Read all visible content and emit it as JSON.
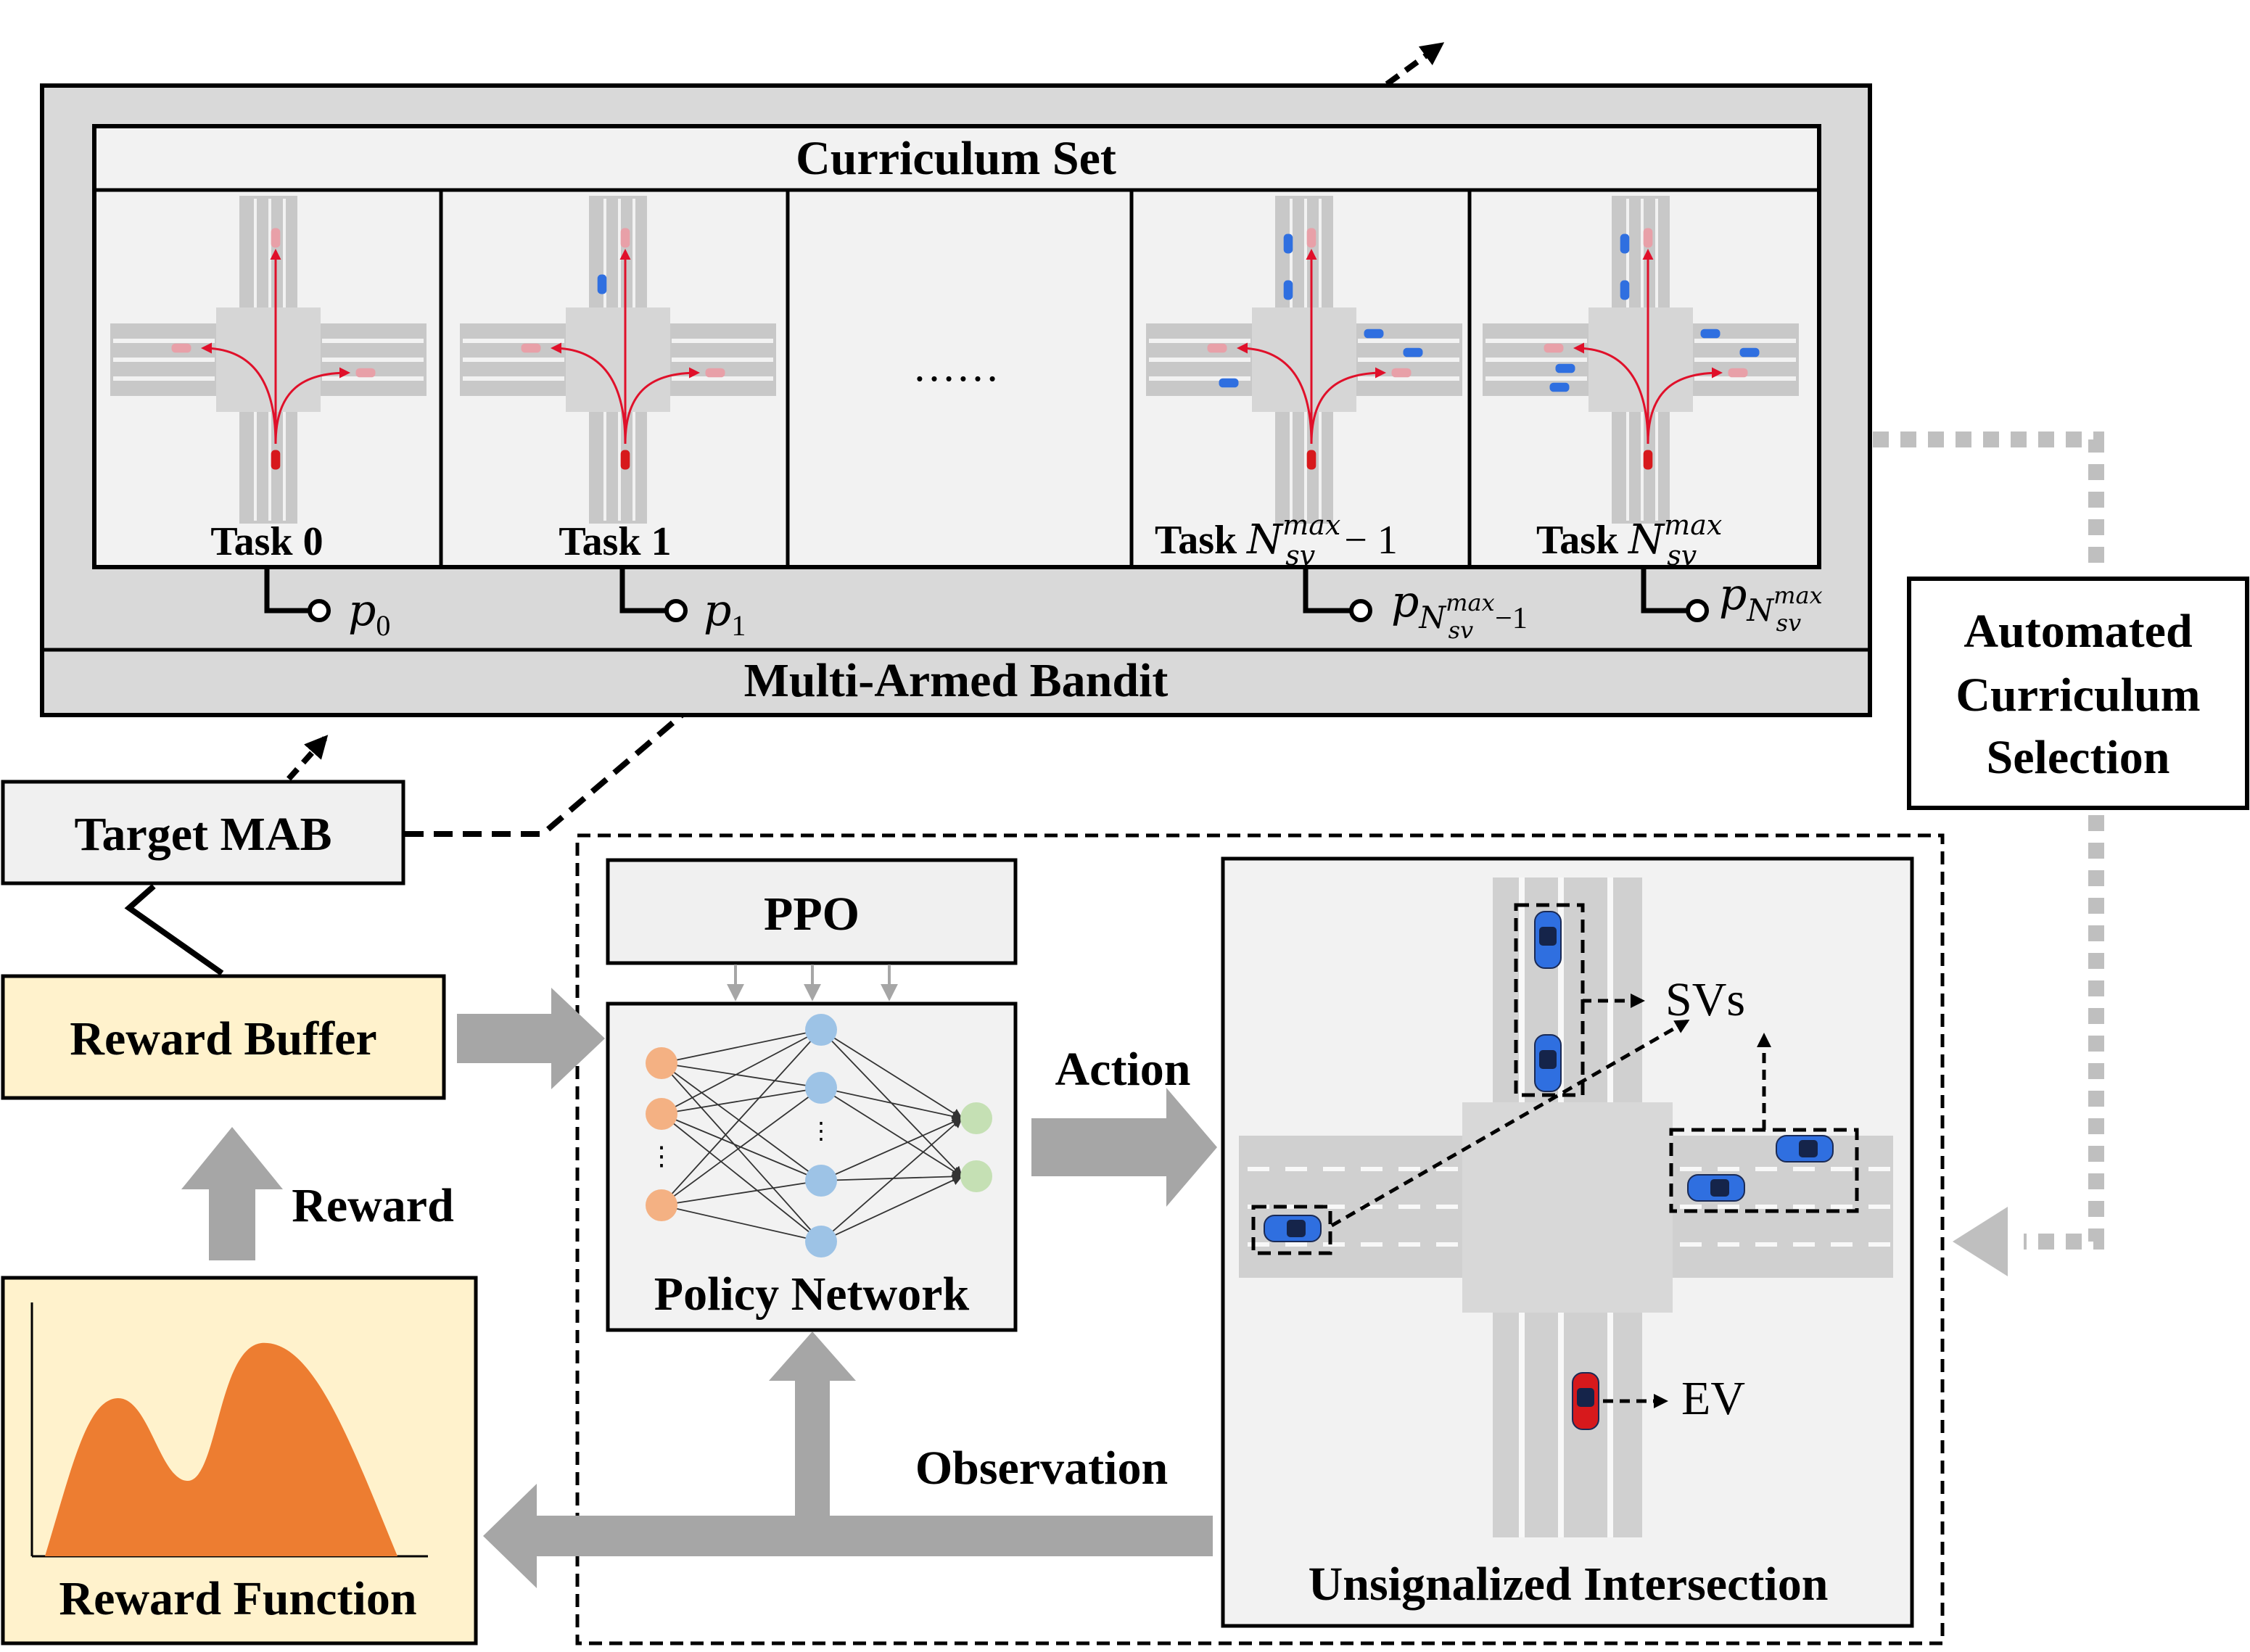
{
  "curriculum": {
    "title": "Curriculum Set",
    "ellipsis": "……",
    "tasks": [
      {
        "name": "Task 0",
        "prob": "p",
        "prob_sub": "0"
      },
      {
        "name": "Task 1",
        "prob": "p",
        "prob_sub": "1"
      },
      {
        "name": "Task ",
        "name_var": "N",
        "name_sup": "max",
        "name_sub": "sv",
        "name_tail": "− 1",
        "prob": "p",
        "prob_sub_var": "N",
        "prob_sub_sup": "max",
        "prob_sub_sub": "sv",
        "prob_sub_tail": "−1"
      },
      {
        "name": "Task ",
        "name_var": "N",
        "name_sup": "max",
        "name_sub": "sv",
        "prob": "p",
        "prob_sub_var": "N",
        "prob_sub_sup": "max",
        "prob_sub_sub": "sv"
      }
    ]
  },
  "bandit_label": "Multi-Armed Bandit",
  "target_mab": "Target MAB",
  "automated_selection": [
    "Automated",
    "Curriculum",
    "Selection"
  ],
  "ppo": "PPO",
  "policy_network": "Policy Network",
  "action": "Action",
  "observation": "Observation",
  "reward_buffer": "Reward Buffer",
  "reward": "Reward",
  "reward_function": "Reward Function",
  "intersection": {
    "title": "Unsignalized Intersection",
    "svs_label": "SVs",
    "ev_label": "EV"
  },
  "colors": {
    "gray_box": "#d9d9d9",
    "light_box": "#f0f0f0",
    "yellow_box": "#fff2cc",
    "arrow_gray": "#a6a6a6",
    "reward_curve": "#ed7d31",
    "ev_red": "#d7191c",
    "sv_blue": "#2f6fe0",
    "input_node": "#f4b183",
    "hidden_node": "#9dc3e6",
    "output_node": "#c5e0b4"
  }
}
